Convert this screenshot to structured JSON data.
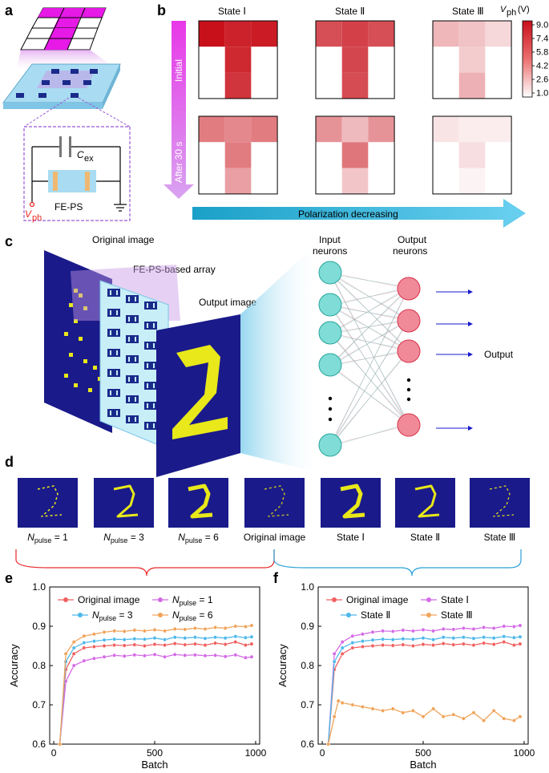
{
  "panels": {
    "a": "a",
    "b": "b",
    "c": "c",
    "d": "d",
    "e": "e",
    "f": "f"
  },
  "panel_a": {
    "cap_label": "C",
    "cap_sub": "ex",
    "device_label": "FE-PS",
    "vph_label": "V",
    "vph_sub": "ph",
    "colors": {
      "magenta": "#e619e6",
      "substrate": "#a9dcf2",
      "dashed": "#9b59d6",
      "source": "#e8271f"
    }
  },
  "panel_b": {
    "states": [
      "State Ⅰ",
      "State Ⅱ",
      "State Ⅲ"
    ],
    "rows": [
      "Initial",
      "After 30 s"
    ],
    "colorbar_title": "V",
    "colorbar_sub": "ph",
    "colorbar_unit": "(V)",
    "colorbar_ticks": [
      "9.0",
      "7.4",
      "5.8",
      "4.2",
      "2.6",
      "1.0"
    ],
    "colorbar_range": [
      1.0,
      9.0
    ],
    "arrow_label": "Polarization decreasing",
    "heatmaps": [
      [
        [
          9.0,
          8.4,
          8.6
        ],
        [
          1.0,
          8.2,
          1.0
        ],
        [
          1.0,
          7.8,
          1.0
        ]
      ],
      [
        [
          6.9,
          7.4,
          6.9
        ],
        [
          1.0,
          7.2,
          1.0
        ],
        [
          1.0,
          7.0,
          1.0
        ]
      ],
      [
        [
          3.4,
          3.0,
          2.3
        ],
        [
          1.0,
          2.7,
          1.0
        ],
        [
          1.0,
          3.6,
          1.0
        ]
      ],
      [
        [
          5.4,
          5.0,
          5.4
        ],
        [
          1.0,
          5.4,
          1.0
        ],
        [
          1.0,
          4.2,
          1.0
        ]
      ],
      [
        [
          4.6,
          3.3,
          4.6
        ],
        [
          1.0,
          5.6,
          1.0
        ],
        [
          1.0,
          2.9,
          1.0
        ]
      ],
      [
        [
          1.9,
          1.6,
          1.6
        ],
        [
          1.0,
          2.1,
          1.0
        ],
        [
          1.0,
          1.4,
          1.0
        ]
      ]
    ]
  },
  "panel_c": {
    "original_image": "Original image",
    "array_label": "FE-PS-based array",
    "output_image": "Output image",
    "input_neurons": [
      "Input",
      "neurons"
    ],
    "output_neurons": [
      "Output",
      "neurons"
    ],
    "output": "Output"
  },
  "panel_d": {
    "labels": [
      {
        "main": "N",
        "sub": "pulse",
        "rest": " = 1"
      },
      {
        "main": "N",
        "sub": "pulse",
        "rest": " = 3"
      },
      {
        "main": "N",
        "sub": "pulse",
        "rest": " = 6"
      },
      {
        "main": "Original image",
        "sub": "",
        "rest": ""
      },
      {
        "main": "State Ⅰ",
        "sub": "",
        "rest": ""
      },
      {
        "main": "State Ⅱ",
        "sub": "",
        "rest": ""
      },
      {
        "main": "State Ⅲ",
        "sub": "",
        "rest": ""
      }
    ]
  },
  "chart_data": [
    {
      "type": "line",
      "panel": "e",
      "xlabel": "Batch",
      "ylabel": "Accuracy",
      "xlim": [
        -20,
        1020
      ],
      "ylim": [
        0.6,
        1.0
      ],
      "xticks": [
        0,
        500,
        1000
      ],
      "yticks": [
        0.6,
        0.7,
        0.8,
        0.9,
        1.0
      ],
      "legend": "top",
      "series": [
        {
          "name": "Original image",
          "color": "#f0605f",
          "x": [
            30,
            60,
            100,
            150,
            200,
            250,
            300,
            350,
            400,
            450,
            500,
            550,
            600,
            650,
            700,
            750,
            800,
            850,
            900,
            950,
            980
          ],
          "y": [
            0.6,
            0.79,
            0.83,
            0.845,
            0.848,
            0.85,
            0.852,
            0.851,
            0.853,
            0.85,
            0.854,
            0.852,
            0.856,
            0.853,
            0.855,
            0.852,
            0.857,
            0.854,
            0.86,
            0.852,
            0.855
          ]
        },
        {
          "name": "N_pulse = 1",
          "color": "#d46ae6",
          "x": [
            30,
            60,
            100,
            150,
            200,
            250,
            300,
            350,
            400,
            450,
            500,
            550,
            600,
            650,
            700,
            750,
            800,
            850,
            900,
            950,
            980
          ],
          "y": [
            0.6,
            0.76,
            0.8,
            0.812,
            0.818,
            0.822,
            0.826,
            0.824,
            0.827,
            0.825,
            0.828,
            0.822,
            0.828,
            0.826,
            0.827,
            0.825,
            0.826,
            0.823,
            0.827,
            0.82,
            0.822
          ]
        },
        {
          "name": "N_pulse = 3",
          "color": "#4db8ea",
          "x": [
            30,
            60,
            100,
            150,
            200,
            250,
            300,
            350,
            400,
            450,
            500,
            550,
            600,
            650,
            700,
            750,
            800,
            850,
            900,
            950,
            980
          ],
          "y": [
            0.6,
            0.81,
            0.845,
            0.858,
            0.862,
            0.865,
            0.867,
            0.866,
            0.868,
            0.867,
            0.87,
            0.866,
            0.872,
            0.87,
            0.872,
            0.869,
            0.872,
            0.87,
            0.874,
            0.871,
            0.873
          ]
        },
        {
          "name": "N_pulse = 6",
          "color": "#f0a35a",
          "x": [
            30,
            60,
            100,
            150,
            200,
            250,
            300,
            350,
            400,
            450,
            500,
            550,
            600,
            650,
            700,
            750,
            800,
            850,
            900,
            950,
            980
          ],
          "y": [
            0.6,
            0.83,
            0.86,
            0.875,
            0.88,
            0.885,
            0.888,
            0.887,
            0.89,
            0.888,
            0.891,
            0.888,
            0.893,
            0.892,
            0.895,
            0.893,
            0.897,
            0.895,
            0.9,
            0.899,
            0.902
          ]
        }
      ]
    },
    {
      "type": "line",
      "panel": "f",
      "xlabel": "Batch",
      "ylabel": "Accuracy",
      "xlim": [
        -20,
        1020
      ],
      "ylim": [
        0.6,
        1.0
      ],
      "xticks": [
        0,
        500,
        1000
      ],
      "yticks": [
        0.6,
        0.7,
        0.8,
        0.9,
        1.0
      ],
      "legend": "top",
      "series": [
        {
          "name": "Original image",
          "color": "#f0605f",
          "x": [
            30,
            60,
            100,
            150,
            200,
            250,
            300,
            350,
            400,
            450,
            500,
            550,
            600,
            650,
            700,
            750,
            800,
            850,
            900,
            950,
            980
          ],
          "y": [
            0.6,
            0.79,
            0.83,
            0.845,
            0.848,
            0.85,
            0.852,
            0.851,
            0.853,
            0.85,
            0.854,
            0.852,
            0.856,
            0.853,
            0.855,
            0.852,
            0.857,
            0.854,
            0.86,
            0.852,
            0.855
          ]
        },
        {
          "name": "State Ⅰ",
          "color": "#d46ae6",
          "x": [
            30,
            60,
            100,
            150,
            200,
            250,
            300,
            350,
            400,
            450,
            500,
            550,
            600,
            650,
            700,
            750,
            800,
            850,
            900,
            950,
            980
          ],
          "y": [
            0.6,
            0.83,
            0.86,
            0.875,
            0.88,
            0.885,
            0.888,
            0.887,
            0.89,
            0.888,
            0.891,
            0.888,
            0.893,
            0.892,
            0.895,
            0.893,
            0.897,
            0.895,
            0.9,
            0.899,
            0.902
          ]
        },
        {
          "name": "State Ⅱ",
          "color": "#4db8ea",
          "x": [
            30,
            60,
            100,
            150,
            200,
            250,
            300,
            350,
            400,
            450,
            500,
            550,
            600,
            650,
            700,
            750,
            800,
            850,
            900,
            950,
            980
          ],
          "y": [
            0.6,
            0.81,
            0.845,
            0.858,
            0.862,
            0.865,
            0.867,
            0.866,
            0.868,
            0.867,
            0.87,
            0.866,
            0.872,
            0.87,
            0.872,
            0.869,
            0.872,
            0.87,
            0.874,
            0.871,
            0.873
          ]
        },
        {
          "name": "State Ⅲ",
          "color": "#f0a35a",
          "x": [
            30,
            60,
            80,
            100,
            150,
            200,
            250,
            300,
            350,
            400,
            450,
            500,
            550,
            600,
            650,
            700,
            750,
            800,
            850,
            900,
            950,
            980
          ],
          "y": [
            0.6,
            0.67,
            0.71,
            0.705,
            0.7,
            0.695,
            0.69,
            0.685,
            0.69,
            0.68,
            0.685,
            0.67,
            0.69,
            0.67,
            0.675,
            0.665,
            0.68,
            0.66,
            0.685,
            0.665,
            0.66,
            0.67
          ]
        }
      ]
    }
  ]
}
